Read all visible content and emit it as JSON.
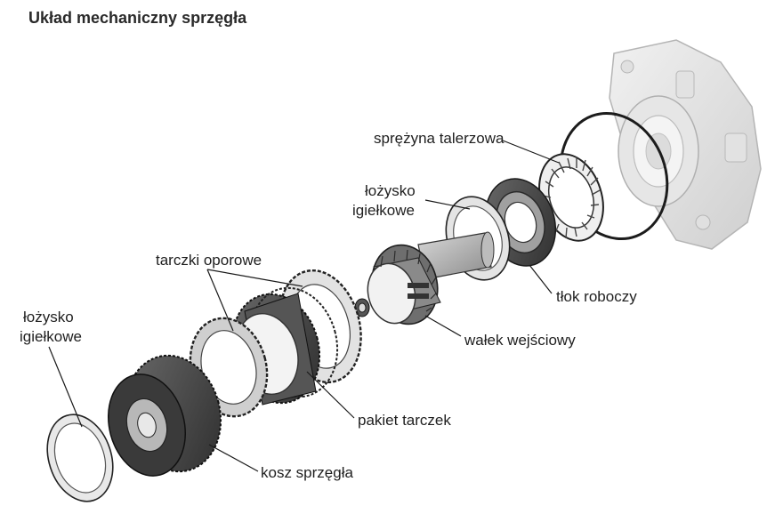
{
  "title": "Układ mechaniczny sprzęgła",
  "labels": {
    "sprezyna": "sprężyna talerzowa",
    "lozysko_top_l1": "łożysko",
    "lozysko_top_l2": "igiełkowe",
    "tarczki": "tarczki oporowe",
    "lozysko_left_l1": "łożysko",
    "lozysko_left_l2": "igiełkowe",
    "tlok": "tłok roboczy",
    "walek": "wałek wejściowy",
    "pakiet": "pakiet tarczek",
    "kosz": "kosz sprzęgła"
  }
}
